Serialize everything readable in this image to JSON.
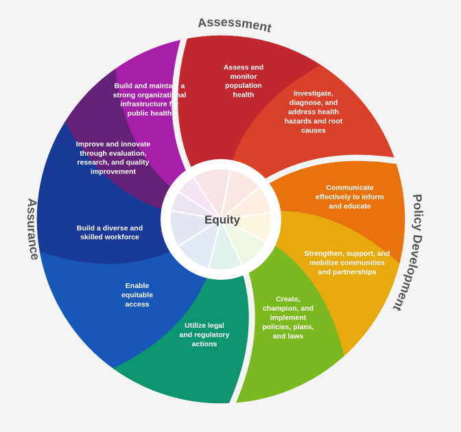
{
  "center": {
    "label": "Equity"
  },
  "groups": [
    {
      "id": "assessment",
      "label": "Assessment"
    },
    {
      "id": "policy",
      "label": "Policy Development"
    },
    {
      "id": "assurance",
      "label": "Assurance"
    }
  ],
  "services": [
    {
      "id": "assess",
      "group": "assessment",
      "color": "#c0282d",
      "lines": [
        "Assess and",
        "monitor",
        "population",
        "health"
      ]
    },
    {
      "id": "investigate",
      "group": "assessment",
      "color": "#d8402a",
      "lines": [
        "Investigate,",
        "diagnose, and",
        "address health",
        "hazards and root",
        "causes"
      ]
    },
    {
      "id": "communicate",
      "group": "policy",
      "color": "#e8720c",
      "lines": [
        "Communicate",
        "effectively to inform",
        "and educate"
      ]
    },
    {
      "id": "strengthen",
      "group": "policy",
      "color": "#e8a90e",
      "lines": [
        "Strengthen, support, and",
        "mobilize communities",
        "and partnerships"
      ]
    },
    {
      "id": "create",
      "group": "policy",
      "color": "#7cb81f",
      "lines": [
        "Create,",
        "champion, and",
        "implement",
        "policies, plans,",
        "and laws"
      ]
    },
    {
      "id": "utilize",
      "group": "assurance",
      "color": "#0f9470",
      "lines": [
        "Utilize legal",
        "and regulatory",
        "actions"
      ]
    },
    {
      "id": "enable",
      "group": "assurance",
      "color": "#1856b8",
      "lines": [
        "Enable",
        "equitable",
        "access"
      ]
    },
    {
      "id": "build-workforce",
      "group": "assurance",
      "color": "#183a96",
      "lines": [
        "Build a diverse and",
        "skilled workforce"
      ]
    },
    {
      "id": "improve",
      "group": "assurance",
      "color": "#652178",
      "lines": [
        "Improve and innovate",
        "through evaluation,",
        "research, and quality",
        "improvement"
      ]
    },
    {
      "id": "build-infrastructure",
      "group": "assurance",
      "color": "#a61fa8",
      "lines": [
        "Build and maintain a",
        "strong organizational",
        "infrastructure for",
        "public health"
      ]
    }
  ]
}
